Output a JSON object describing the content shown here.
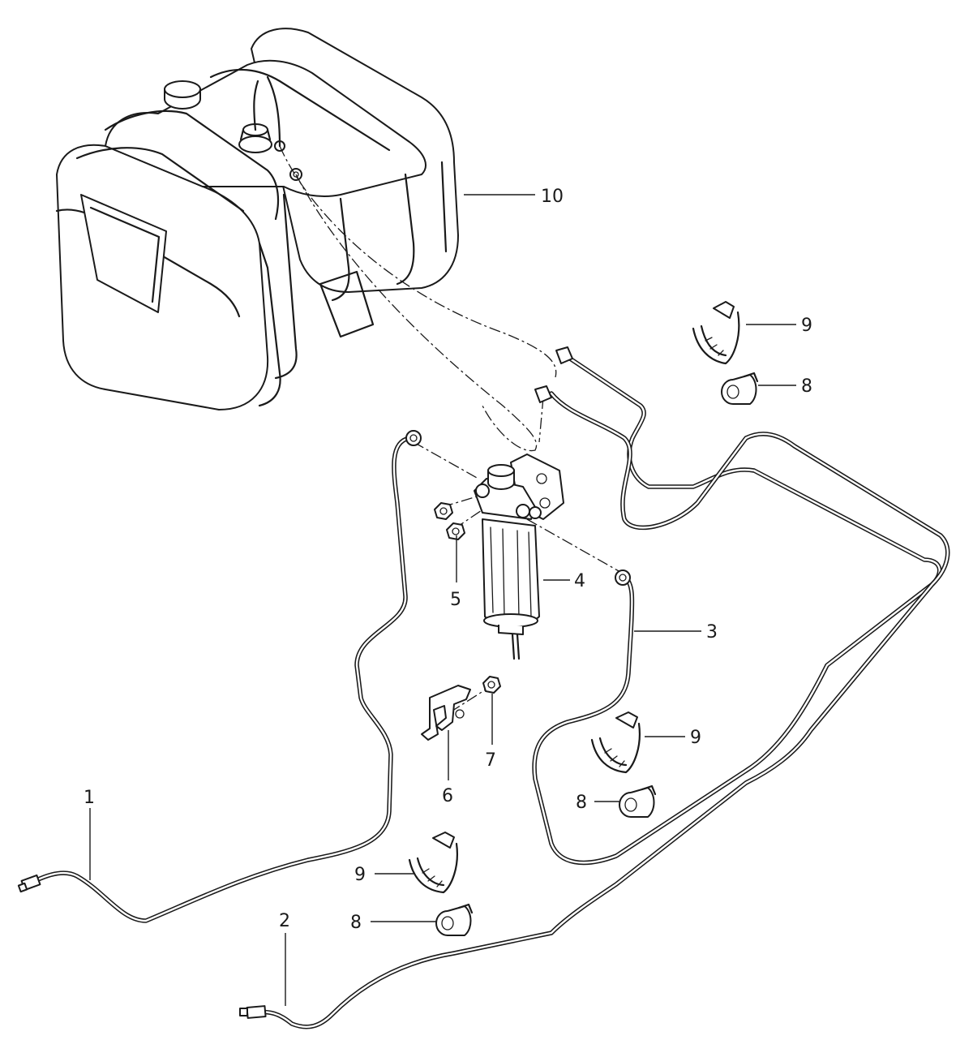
{
  "callouts": {
    "c1": "1",
    "c2": "2",
    "c3": "3",
    "c4": "4",
    "c5": "5",
    "c6": "6",
    "c7": "7",
    "c8a": "8",
    "c8b": "8",
    "c8c": "8",
    "c9a": "9",
    "c9b": "9",
    "c9c": "9",
    "c10": "10"
  },
  "colors": {
    "ink": "#1a1a1a",
    "background": "#ffffff"
  }
}
